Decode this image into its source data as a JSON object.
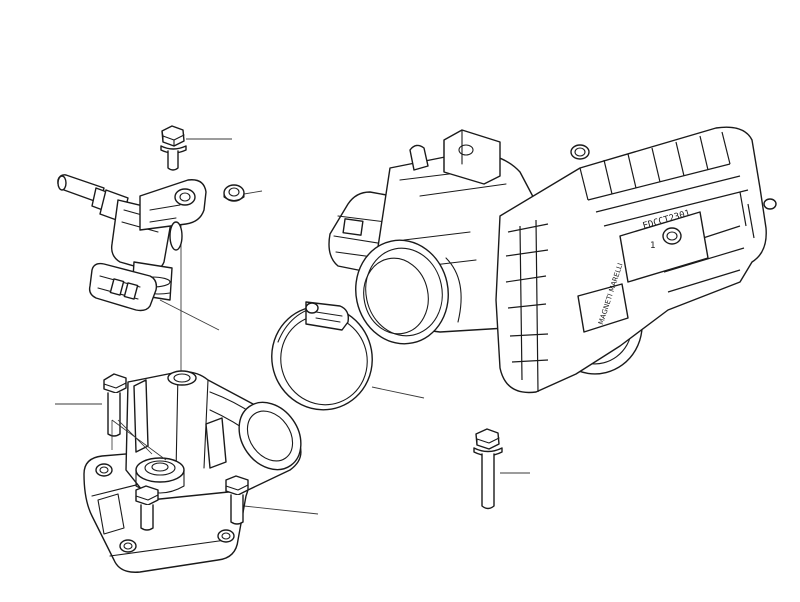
{
  "diagram": {
    "type": "exploded-parts-view",
    "parts": [
      {
        "name": "bolt-top-left"
      },
      {
        "name": "fuel-injector"
      },
      {
        "name": "injector-bracket"
      },
      {
        "name": "nut-small"
      },
      {
        "name": "throttle-body"
      },
      {
        "name": "hose-clamp"
      },
      {
        "name": "intake-manifold"
      },
      {
        "name": "manifold-bolts"
      },
      {
        "name": "bolt-right"
      }
    ],
    "throttle_body_marking": "EDCCT2301",
    "throttle_body_logo": "MAGNETI MARELLI",
    "throttle_body_index": "1",
    "colors": {
      "line": "#1a1a1a",
      "background": "#ffffff"
    }
  }
}
